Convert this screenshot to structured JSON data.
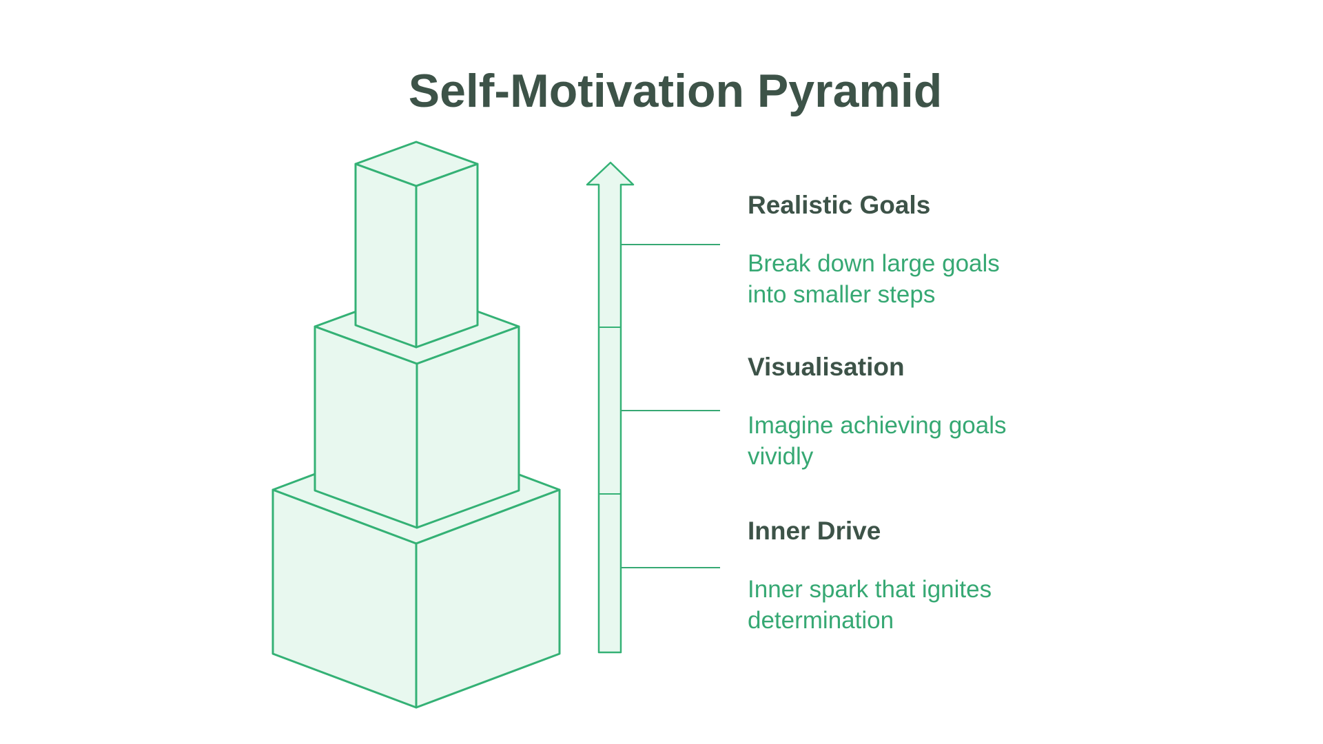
{
  "title": "Self-Motivation Pyramid",
  "colors": {
    "background": "#ffffff",
    "title_text": "#3d5348",
    "heading_text": "#3d5348",
    "body_text": "#36a873",
    "shape_stroke": "#34b175",
    "shape_fill": "#e8f8ef",
    "connector_line": "#36a873"
  },
  "pyramid": {
    "levels": 3,
    "arrow_direction": "up"
  },
  "sections": [
    {
      "heading": "Realistic Goals",
      "desc_line1": "Break down large goals",
      "desc_line2": "into smaller steps"
    },
    {
      "heading": "Visualisation",
      "desc_line1": "Imagine achieving goals",
      "desc_line2": "vividly"
    },
    {
      "heading": "Inner Drive",
      "desc_line1": "Inner spark that ignites",
      "desc_line2": "determination"
    }
  ]
}
